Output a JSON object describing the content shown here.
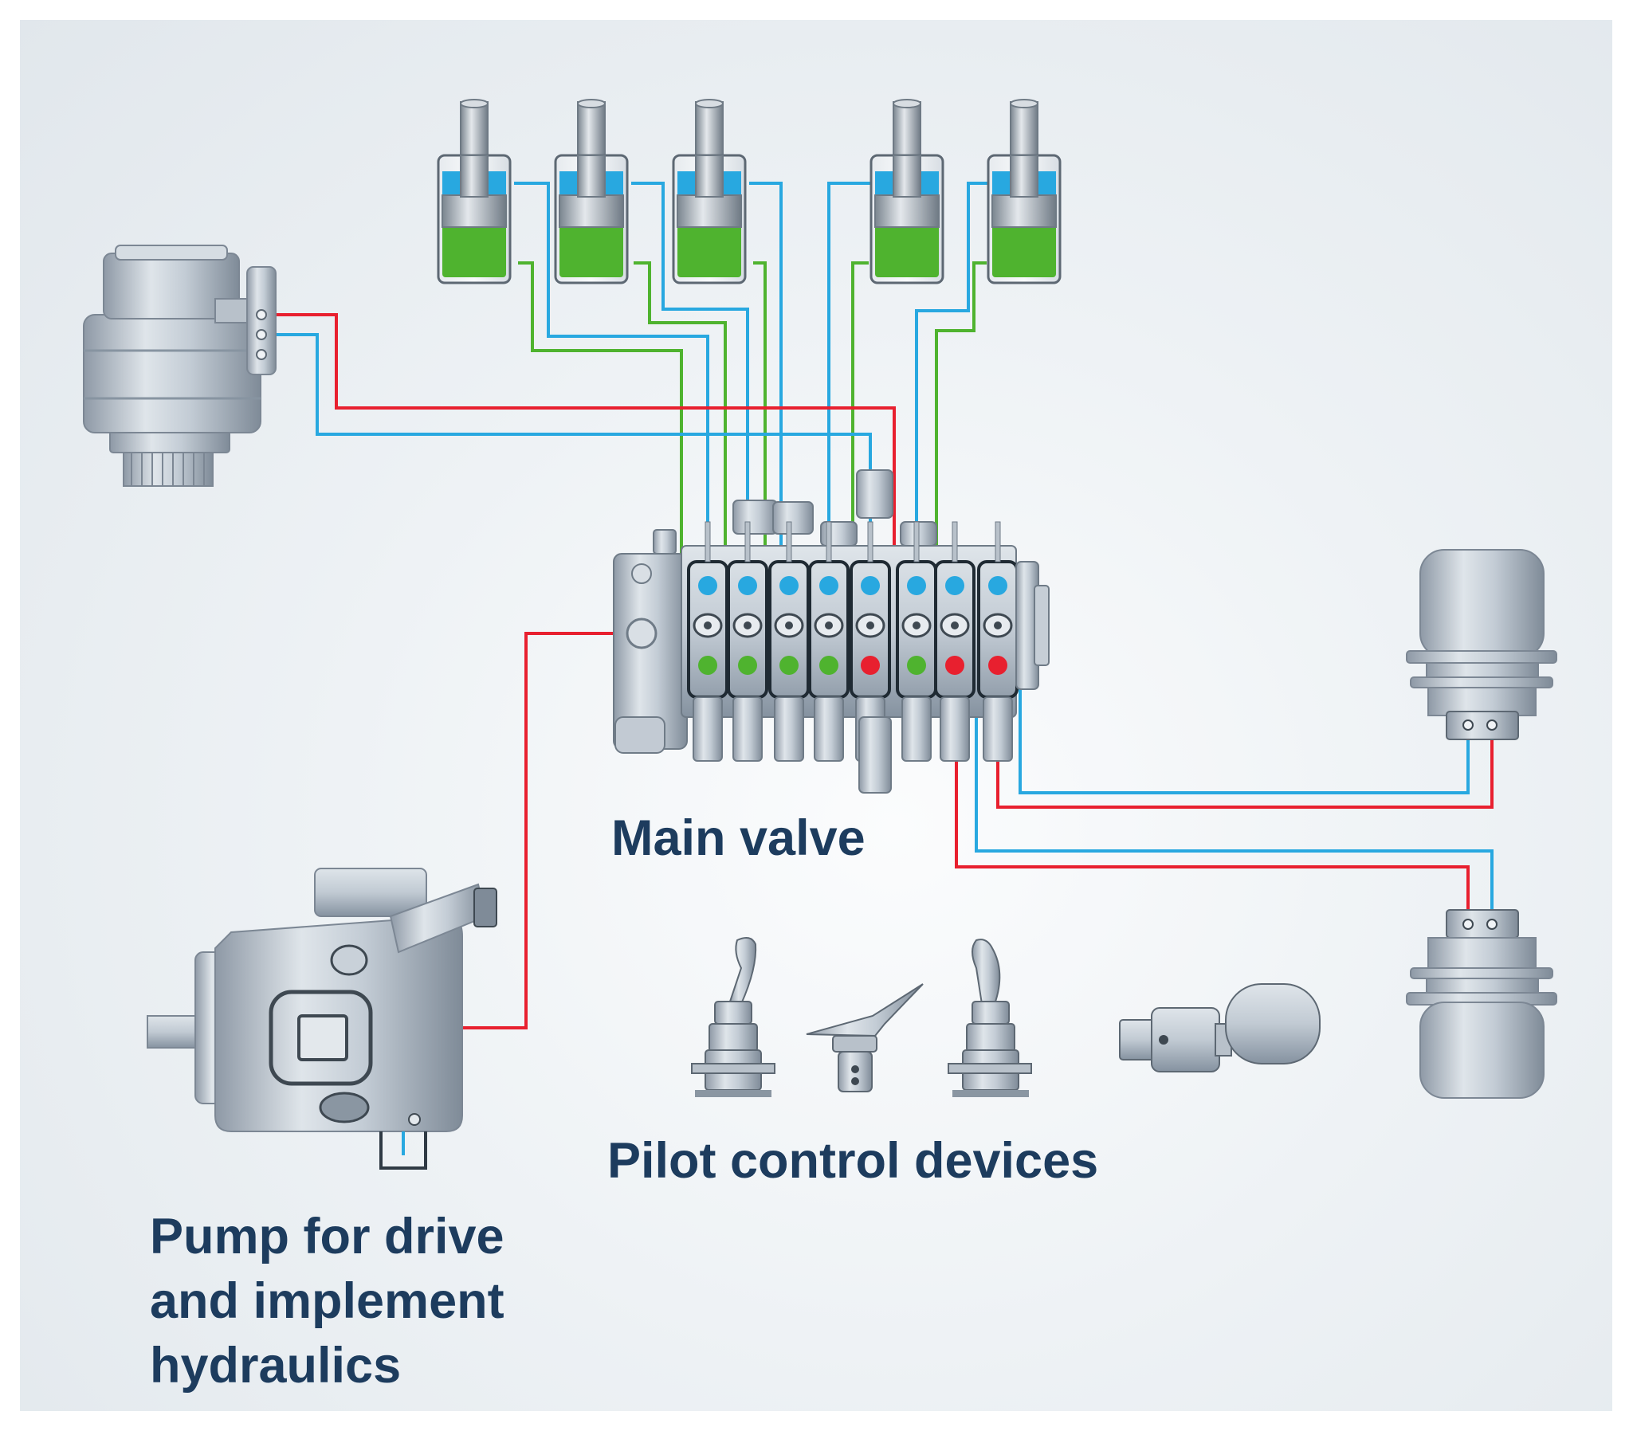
{
  "labels": {
    "main_valve": "Main valve",
    "pilot_control": "Pilot control devices",
    "pump": [
      "Pump for drive",
      "and implement",
      "hydraulics"
    ]
  },
  "colors": {
    "pressure_line": "#e8202f",
    "return_line": "#28a8e0",
    "pilot_line": "#4fb32f",
    "fluid": "#4fb32f",
    "metal": "#c4cdd6",
    "metal_dark": "#8d98a4",
    "label_text": "#1d3c5e"
  },
  "components": {
    "cylinders": 5,
    "valve_sections": 8,
    "travel_motors": 2,
    "joysticks": 2,
    "pedals": 1,
    "accumulators": 1
  }
}
